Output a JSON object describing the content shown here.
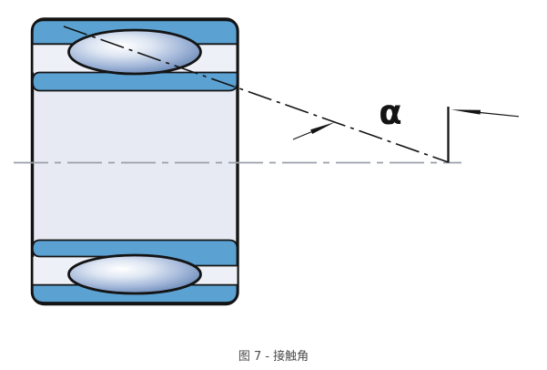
{
  "figure": {
    "caption": "图 7 - 接触角",
    "angle_label": "α"
  },
  "diagram": {
    "type": "technical-line-drawing",
    "subject": "ball-bearing-contact-angle"
  },
  "colors": {
    "ring-blue": "#5ba2d3",
    "body-light": "#e7eaf2",
    "band-light": "#edf0f6",
    "outline": "#141414",
    "centerline-gray": "#9aa0aa",
    "caption-text": "#4b4b4b",
    "ball-highlight": "#ffffff",
    "ball-shade": "#4d72a6"
  }
}
